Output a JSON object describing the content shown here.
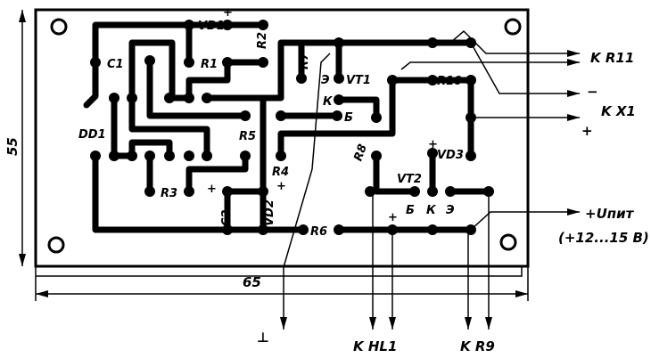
{
  "dimensions": {
    "width_label": "65",
    "height_label": "55"
  },
  "components": {
    "dd1": "DD1",
    "c1": "C1",
    "vd1": "VD1",
    "r1": "R1",
    "r2": "R2",
    "r7": "R7",
    "vt1": "VT1",
    "vt1_e": "Э",
    "vt1_k": "К",
    "vt1_b": "Б",
    "r10": "R10",
    "r5": "R5",
    "r4": "R4",
    "r8": "R8",
    "vd3": "VD3",
    "vt2": "VT2",
    "vt2_b": "Б",
    "vt2_k": "К",
    "vt2_e": "Э",
    "r3": "R3",
    "c2": "C2",
    "vd2": "VD2",
    "r6": "R6"
  },
  "connections": {
    "r11": "K R11",
    "x1": "K X1",
    "x1_minus": "−",
    "x1_plus": "+",
    "supply": "+Uпит",
    "supply_range": "(+12...15 B)",
    "hl1": "K HL1",
    "r9": "K R9",
    "ground": "⊥"
  },
  "polarity": {
    "plus": "+"
  }
}
